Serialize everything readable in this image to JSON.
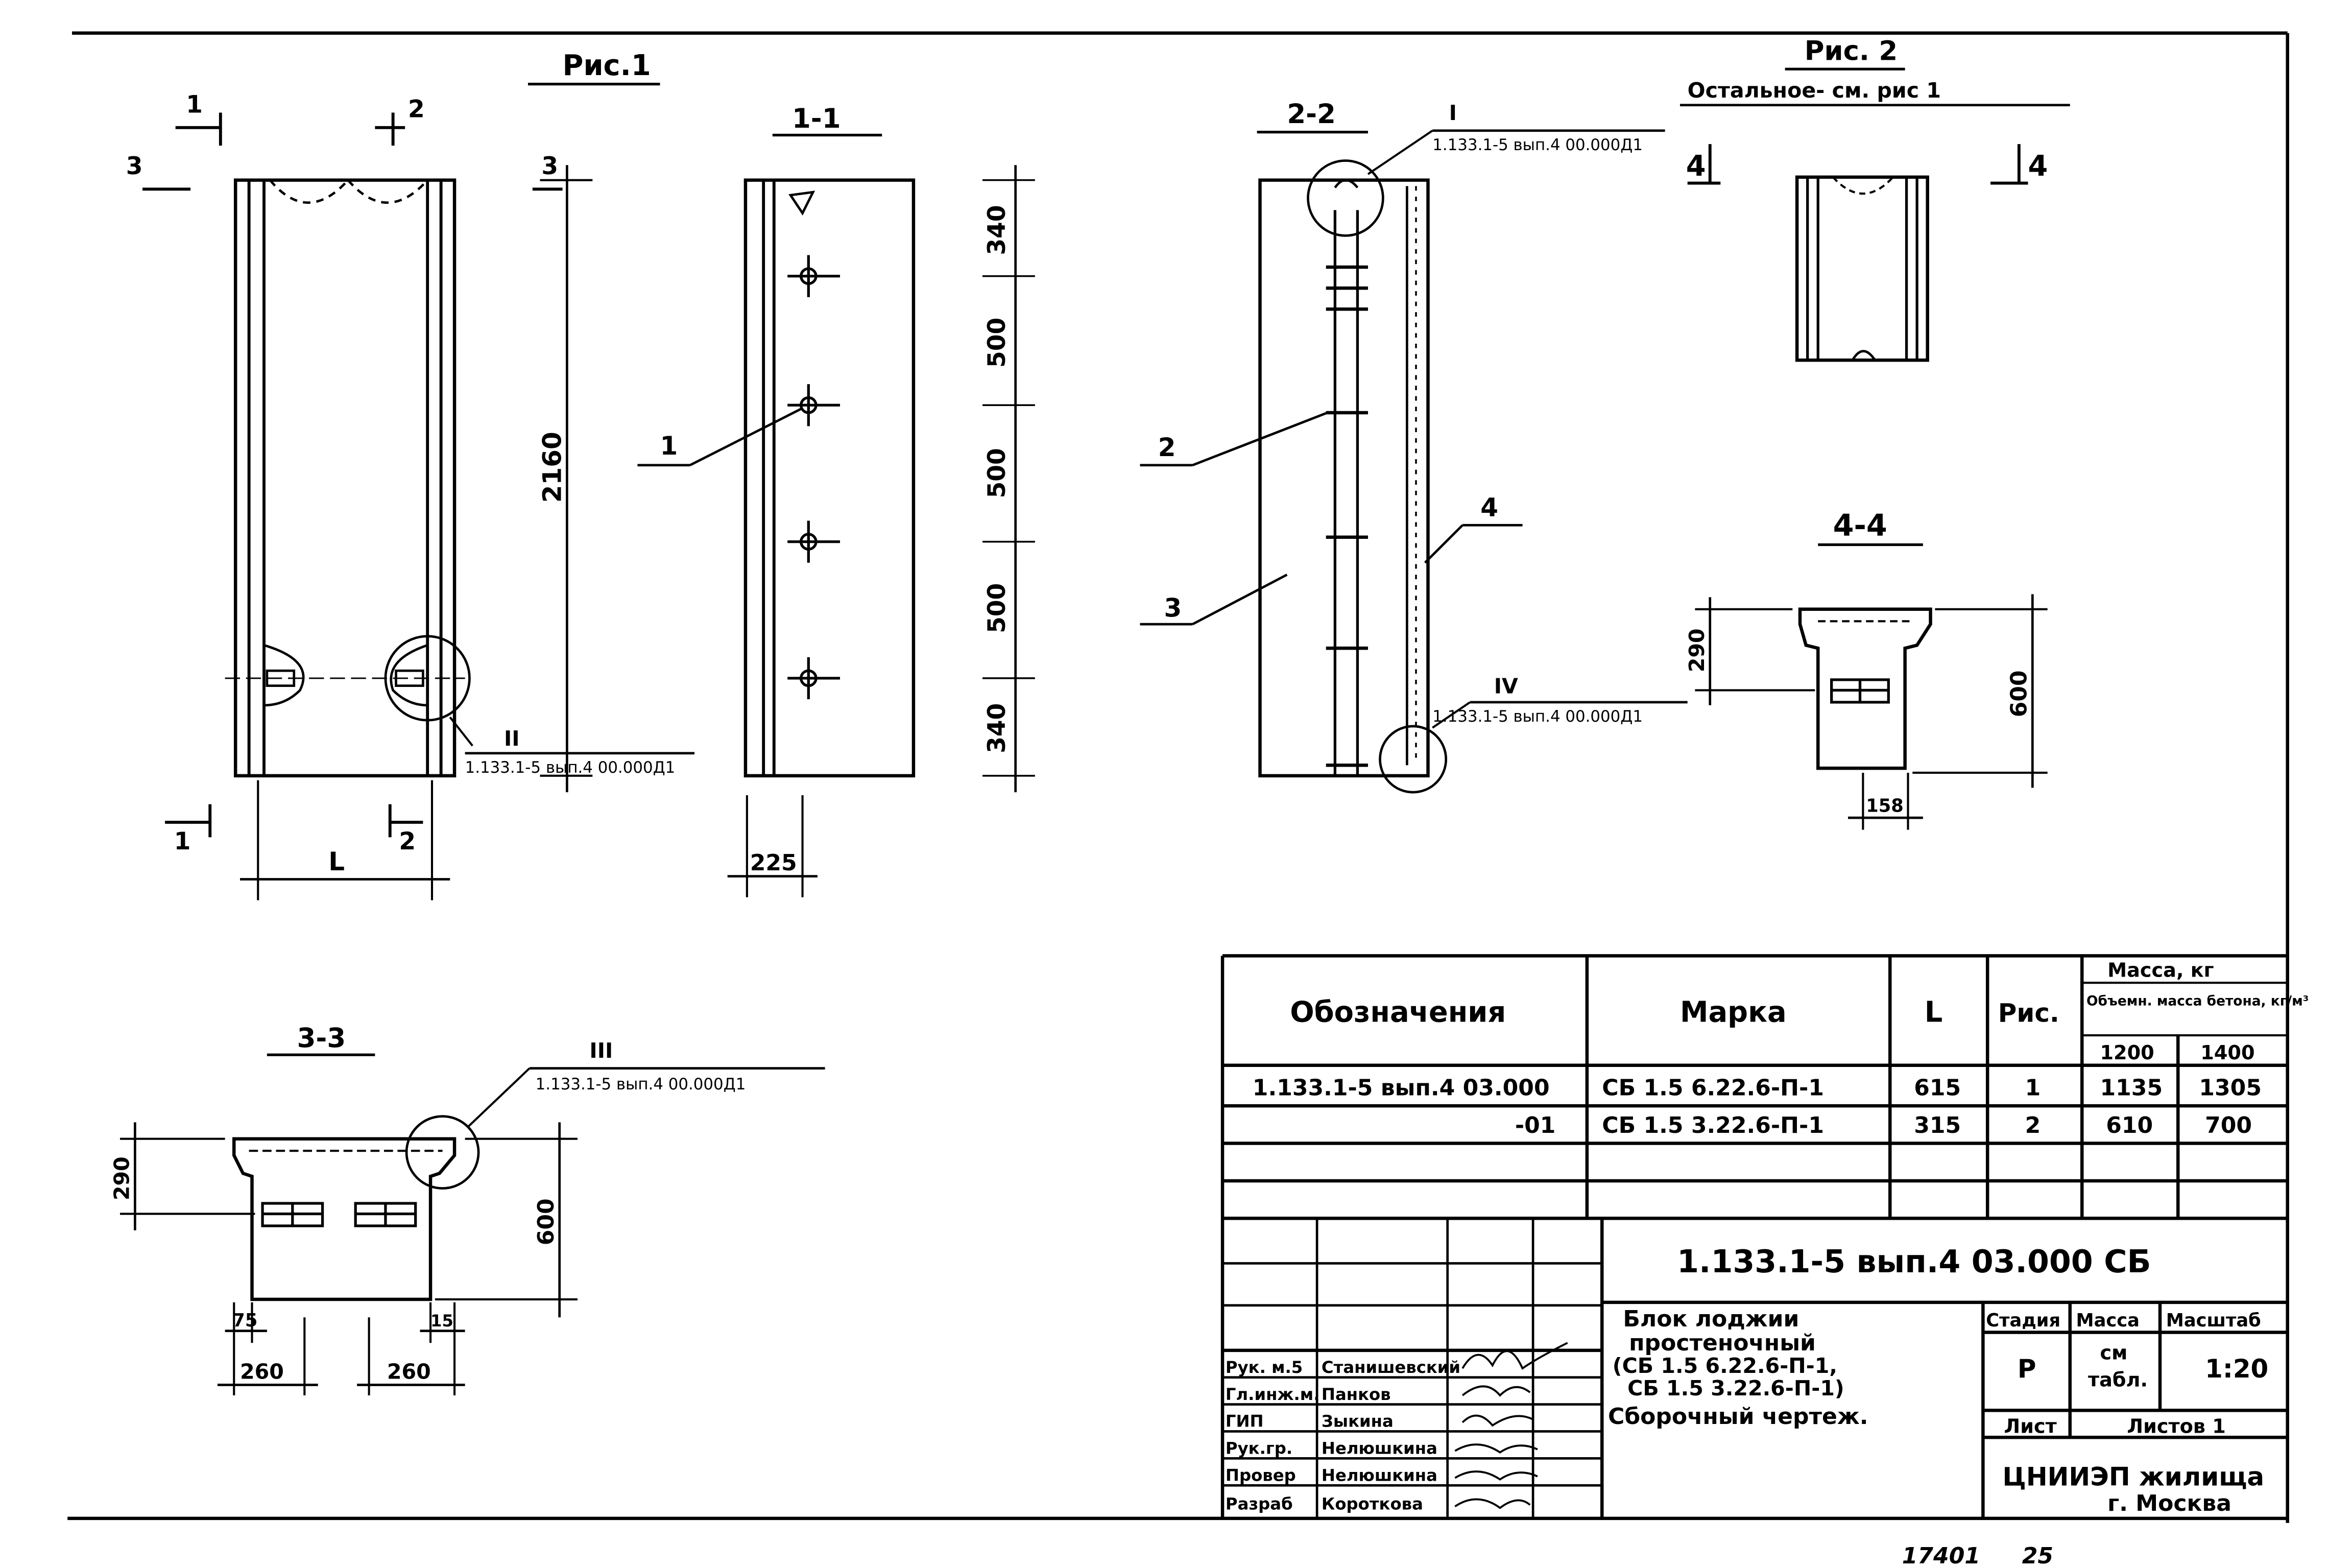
{
  "figures": {
    "fig1_title": "Рис.1",
    "fig2_title": "Рис. 2",
    "fig2_note": "Остальное- см. рис 1",
    "dim_L": "L",
    "dim_2160": "2160",
    "dim_225": "225",
    "dim_340_top": "340",
    "dim_500_a": "500",
    "dim_500_b": "500",
    "dim_500_c": "500",
    "dim_340_bot": "340",
    "dim_290_a": "290",
    "dim_600_a": "600",
    "dim_290_b": "290",
    "dim_600_b": "600",
    "dim_158": "158",
    "dim_75": "75",
    "dim_15": "15",
    "dim_260_a": "260",
    "dim_260_b": "260"
  },
  "sections": {
    "s11": "1-1",
    "s22": "2-2",
    "s33": "3-3",
    "s44": "4-4"
  },
  "cut_marks": {
    "m1": "1",
    "m2": "2",
    "m3": "3",
    "m4": "4"
  },
  "callouts": {
    "c1": "1",
    "c2": "2",
    "c3": "3",
    "c4": "4",
    "node_I": "I",
    "node_II": "II",
    "node_III": "III",
    "node_IV": "IV",
    "ref_I": "1.133.1-5 вып.4 00.000Д1",
    "ref_II": "1.133.1-5 вып.4 00.000Д1",
    "ref_III": "1.133.1-5 вып.4 00.000Д1",
    "ref_IV": "1.133.1-5 вып.4 00.000Д1"
  },
  "spec_table": {
    "headers": {
      "designation": "Обозначения",
      "mark": "Марка",
      "L": "L",
      "fig": "Рис.",
      "mass": "Масса, кг",
      "density": "Объемн. масса бетона, кг/м³",
      "d1200": "1200",
      "d1400": "1400"
    },
    "rows": [
      {
        "designation": "1.133.1-5 вып.4 03.000",
        "mark": "СБ 1.5 6.22.6-П-1",
        "L": "615",
        "fig": "1",
        "m1200": "1135",
        "m1400": "1305"
      },
      {
        "designation": "-01",
        "mark": "СБ 1.5 3.22.6-П-1",
        "L": "315",
        "fig": "2",
        "m1200": "610",
        "m1400": "700"
      }
    ]
  },
  "title_block": {
    "doc_code": "1.133.1-5 вып.4 03.000 СБ",
    "name_1": "Блок лоджии",
    "name_2": "простеночный",
    "name_3": "(СБ 1.5 6.22.6-П-1,",
    "name_4": "СБ 1.5 3.22.6-П-1)",
    "name_5": "Сборочный чертеж.",
    "stage_label": "Стадия",
    "mass_label": "Масса",
    "scale_label": "Масштаб",
    "stage": "Р",
    "mass_1": "см",
    "mass_2": "табл.",
    "scale": "1:20",
    "sheet_label": "Лист",
    "sheets_label": "Листов 1",
    "org_1": "ЦНИИЭП жилища",
    "org_2": "г. Москва",
    "roles": [
      {
        "role": "Рук. м.5",
        "name": "Станишевский"
      },
      {
        "role": "Гл.инж.м.",
        "name": "Панков"
      },
      {
        "role": "ГИП",
        "name": "Зыкина"
      },
      {
        "role": "Рук.гр.",
        "name": "Нелюшкина"
      },
      {
        "role": "Провер",
        "name": "Нелюшкина"
      },
      {
        "role": "Разраб",
        "name": "Короткова"
      }
    ]
  },
  "footer": {
    "archive": "17401",
    "page": "25"
  }
}
